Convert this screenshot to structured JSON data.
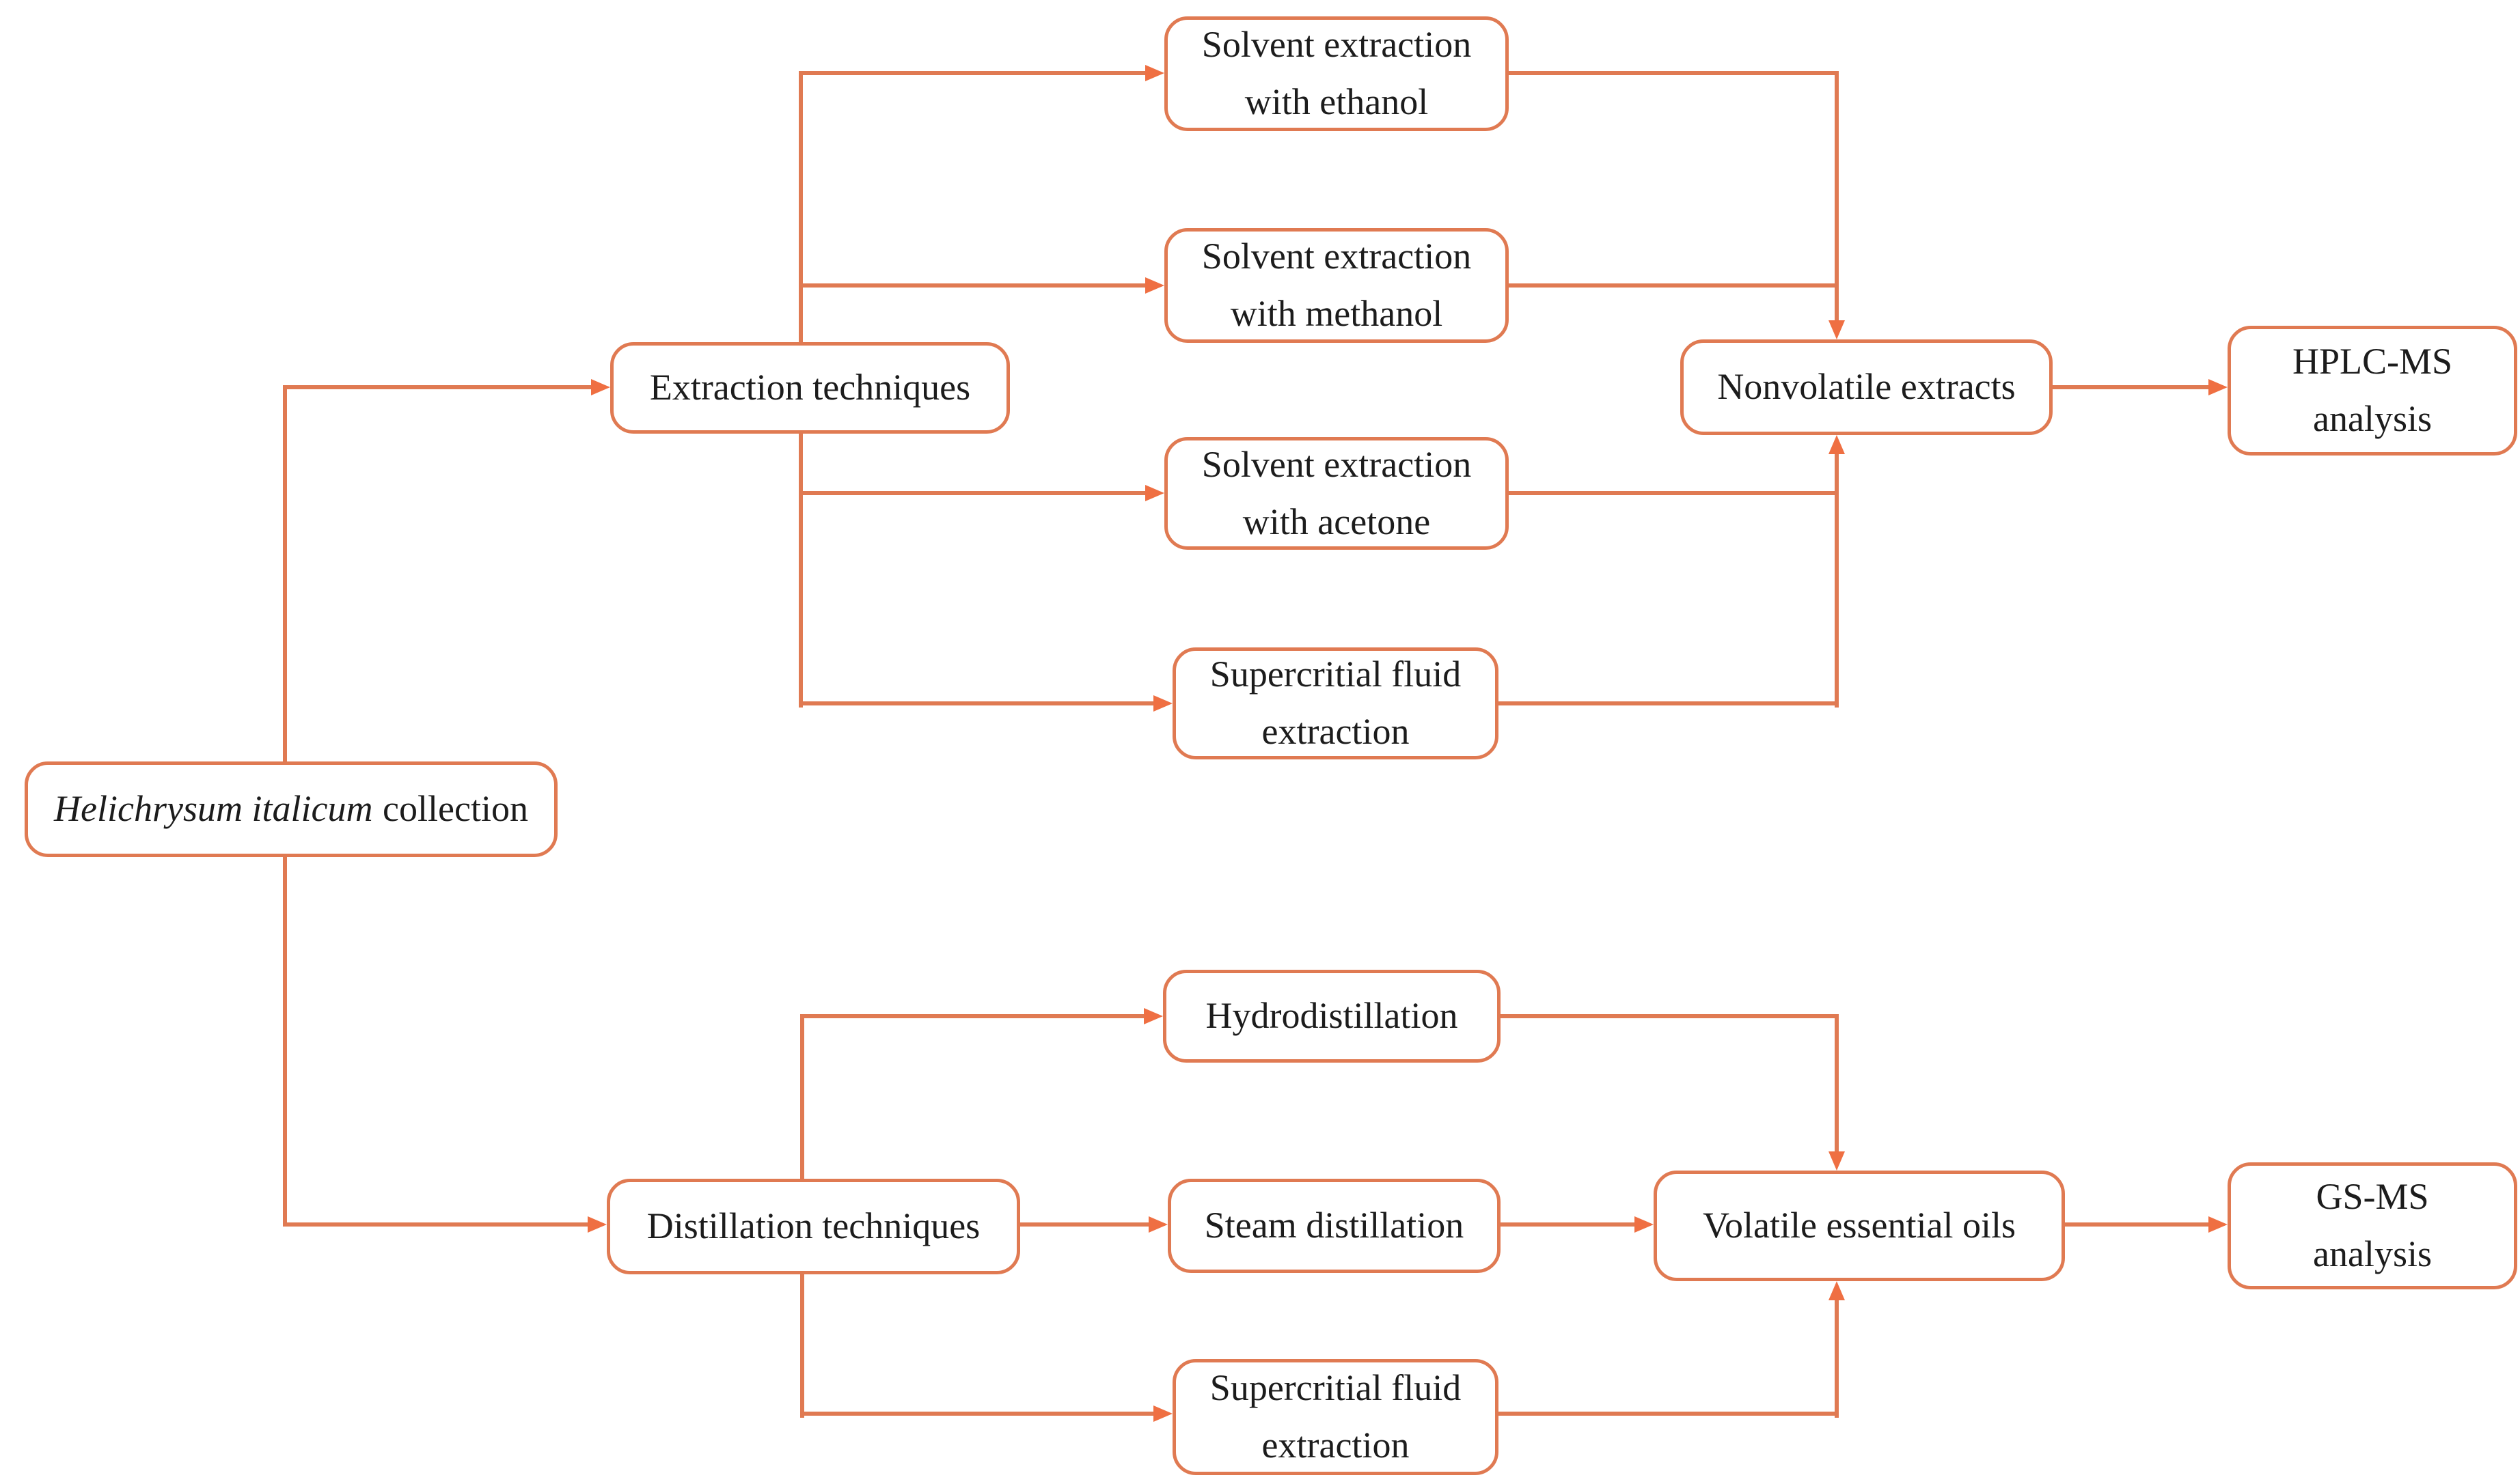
{
  "figure": {
    "type": "flowchart",
    "background": "#ffffff"
  },
  "colors": {
    "stroke": "#e07a52",
    "arrow": "#ef6f42",
    "text": "#1c1c1c",
    "node_fill": "#ffffff"
  },
  "nodes": {
    "collection": {
      "species": "Helichrysum italicum",
      "suffix": "collection"
    },
    "extraction": {
      "label": "Extraction techniques"
    },
    "ethanol": {
      "label": "Solvent extraction\nwith ethanol"
    },
    "methanol": {
      "label": "Solvent extraction\nwith methanol"
    },
    "acetone": {
      "label": "Solvent extraction\nwith acetone"
    },
    "scfe_top": {
      "label": "Supercritial fluid\nextraction"
    },
    "nonvolatile": {
      "label": "Nonvolatile extracts"
    },
    "hplc": {
      "label": "HPLC-MS\nanalysis"
    },
    "distillation": {
      "label": "Distillation techniques"
    },
    "hydro": {
      "label": "Hydrodistillation"
    },
    "steam": {
      "label": "Steam distillation"
    },
    "volatile": {
      "label": "Volatile essential oils"
    },
    "gsms": {
      "label": "GS-MS\nanalysis"
    },
    "scfe_bottom": {
      "label": "Supercritial fluid\nextraction"
    }
  },
  "edges": [
    {
      "from": "collection",
      "to": "extraction"
    },
    {
      "from": "collection",
      "to": "distillation"
    },
    {
      "from": "extraction",
      "to": "ethanol"
    },
    {
      "from": "extraction",
      "to": "methanol"
    },
    {
      "from": "extraction",
      "to": "acetone"
    },
    {
      "from": "extraction",
      "to": "scfe_top"
    },
    {
      "from": "ethanol",
      "to": "nonvolatile"
    },
    {
      "from": "methanol",
      "to": "nonvolatile"
    },
    {
      "from": "acetone",
      "to": "nonvolatile"
    },
    {
      "from": "scfe_top",
      "to": "nonvolatile"
    },
    {
      "from": "nonvolatile",
      "to": "hplc"
    },
    {
      "from": "distillation",
      "to": "hydro"
    },
    {
      "from": "distillation",
      "to": "steam"
    },
    {
      "from": "distillation",
      "to": "scfe_bottom"
    },
    {
      "from": "hydro",
      "to": "volatile"
    },
    {
      "from": "steam",
      "to": "volatile"
    },
    {
      "from": "scfe_bottom",
      "to": "volatile"
    },
    {
      "from": "volatile",
      "to": "gsms"
    }
  ]
}
